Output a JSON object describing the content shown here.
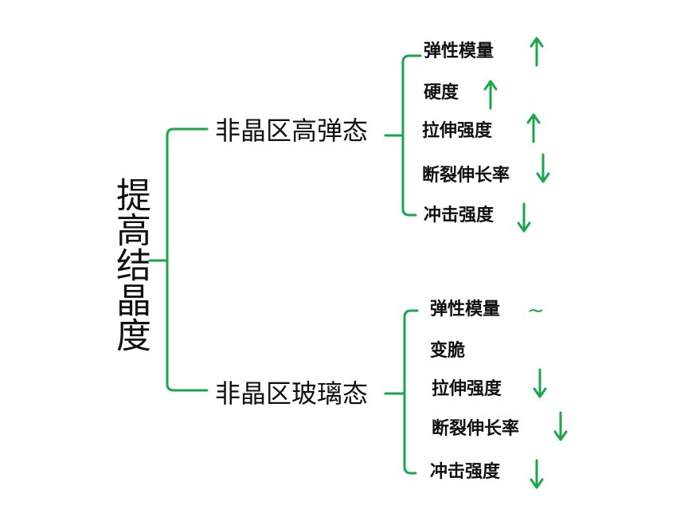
{
  "root": {
    "title": "提高结晶度"
  },
  "branches": [
    {
      "title": "非晶区高弹态",
      "items": [
        {
          "label": "弹性模量",
          "trend": "up"
        },
        {
          "label": "硬度",
          "trend": "up"
        },
        {
          "label": "拉伸强度",
          "trend": "up"
        },
        {
          "label": "断裂伸长率",
          "trend": "down"
        },
        {
          "label": "冲击强度",
          "trend": "down"
        }
      ]
    },
    {
      "title": "非晶区玻璃态",
      "items": [
        {
          "label": "弹性模量",
          "trend": "same",
          "symbol": "~"
        },
        {
          "label": "变脆",
          "trend": "none"
        },
        {
          "label": "拉伸强度",
          "trend": "down"
        },
        {
          "label": "断裂伸长率",
          "trend": "down"
        },
        {
          "label": "冲击强度",
          "trend": "down"
        }
      ]
    }
  ],
  "colors": {
    "line": "#1aa64a",
    "arrow": "#1aa64a",
    "text": "#111111"
  }
}
